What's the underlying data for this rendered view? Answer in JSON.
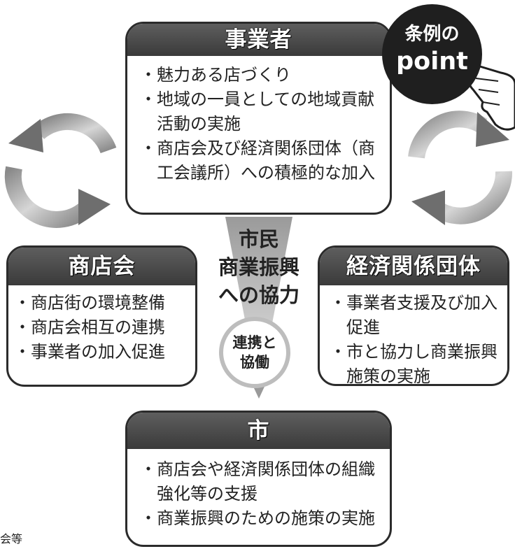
{
  "boxes": {
    "jigyosha": {
      "title": "事業者",
      "items": [
        "魅力ある店づくり",
        "地域の一員としての地域貢献活動の実施",
        "商店会及び経済関係団体（商工会議所）への積極的な加入"
      ]
    },
    "shotenkai": {
      "title": "商店会",
      "items": [
        "商店街の環境整備",
        "商店会相互の連携",
        "事業者の加入促進"
      ]
    },
    "keizai": {
      "title": "経済関係団体",
      "items": [
        "事業者支援及び加入促進",
        "市と協力し商業振興施策の実施"
      ]
    },
    "shi": {
      "title": "市",
      "items": [
        "商店会や経済関係団体の組織強化等の支援",
        "商業振興のための施策の実施"
      ]
    }
  },
  "center": {
    "line1": "市民",
    "line2": "商業振興",
    "line3": "への協力",
    "circle_line1": "連携と",
    "circle_line2": "協働"
  },
  "point_badge": {
    "line1": "条例の",
    "line2": "point"
  },
  "footnote": "会等",
  "colors": {
    "header": "#3f3f3f",
    "border": "#2b2b2b",
    "arrow_light": "#cfcfcf",
    "arrow_dark": "#7a7a7a"
  }
}
